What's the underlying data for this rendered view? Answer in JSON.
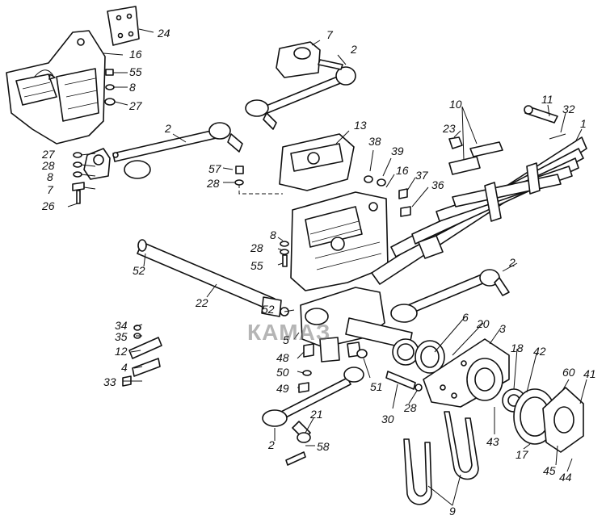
{
  "watermark": {
    "text": "КАМАЗ",
    "color": "#8c8c8c"
  },
  "labels": {
    "l1": "1",
    "l2a": "2",
    "l2b": "2",
    "l2c": "2",
    "l2d": "2",
    "l3": "3",
    "l4": "4",
    "l5": "5",
    "l6": "6",
    "l7a": "7",
    "l7b": "7",
    "l8a": "8",
    "l8b": "8",
    "l8c": "8",
    "l9": "9",
    "l10": "10",
    "l11": "11",
    "l12": "12",
    "l13": "13",
    "l16a": "16",
    "l16b": "16",
    "l17": "17",
    "l18": "18",
    "l20": "20",
    "l21": "21",
    "l22": "22",
    "l23": "23",
    "l24": "24",
    "l26": "26",
    "l27a": "27",
    "l27b": "27",
    "l28a": "28",
    "l28b": "28",
    "l28c": "28",
    "l28d": "28",
    "l30": "30",
    "l32": "32",
    "l33": "33",
    "l34": "34",
    "l35": "35",
    "l36": "36",
    "l37": "37",
    "l38": "38",
    "l39": "39",
    "l41": "41",
    "l42": "42",
    "l43": "43",
    "l44": "44",
    "l45": "45",
    "l48": "48",
    "l49": "49",
    "l50": "50",
    "l51": "51",
    "l52a": "52",
    "l52b": "52",
    "l55a": "55",
    "l55b": "55",
    "l57": "57",
    "l58": "58",
    "l60": "60"
  }
}
